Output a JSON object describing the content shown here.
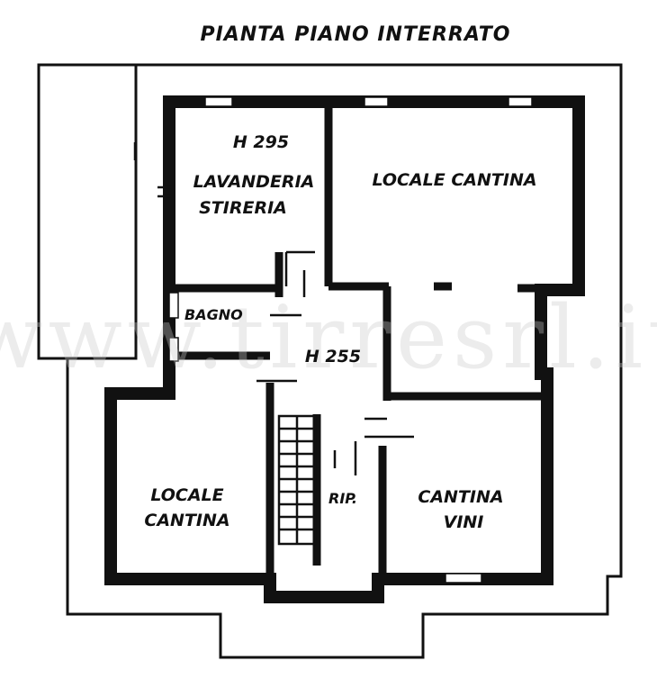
{
  "title": "PIANTA PIANO INTERRATO",
  "watermark": "www.tirresrl.it",
  "rooms": {
    "lavanderia_height": "H 295",
    "lavanderia_line1": "LAVANDERIA",
    "lavanderia_line2": "STIRERIA",
    "cantina_top": "LOCALE CANTINA",
    "bagno": "BAGNO",
    "corridor_height": "H 255",
    "cantina_left_line1": "LOCALE",
    "cantina_left_line2": "CANTINA",
    "ripostiglio": "RIP.",
    "cantina_vini_line1": "CANTINA",
    "cantina_vini_line2": "VINI"
  }
}
